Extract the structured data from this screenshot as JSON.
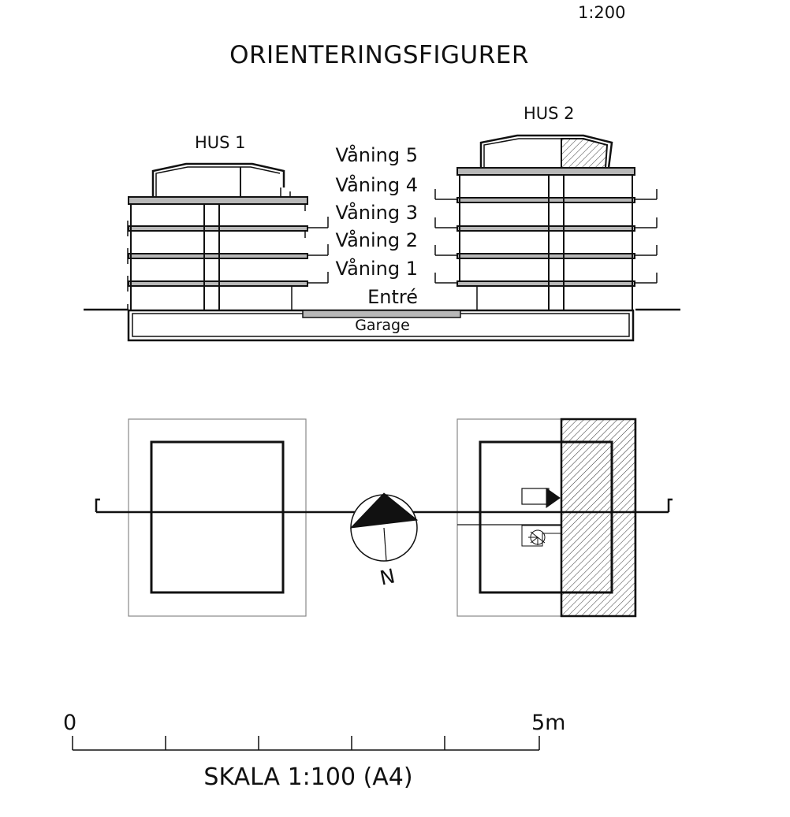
{
  "header": {
    "scale": "1:200",
    "title": "ORIENTERINGSFIGURER"
  },
  "section": {
    "house1_label": "HUS 1",
    "house2_label": "HUS 2",
    "floors": [
      "Våning 5",
      "Våning 4",
      "Våning 3",
      "Våning 2",
      "Våning 1",
      "Entré"
    ],
    "garage_label": "Garage"
  },
  "plan": {
    "north_label": "N"
  },
  "scale_bar": {
    "start_label": "0",
    "end_label": "5m",
    "caption": "SKALA 1:100 (A4)"
  },
  "colors": {
    "line": "#111111",
    "slab": "#b8b8b8",
    "hatch": "#333333",
    "thin": "#888888"
  }
}
